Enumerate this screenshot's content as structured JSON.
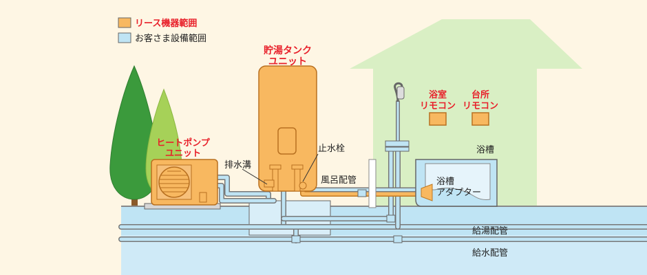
{
  "legend": {
    "lease": {
      "label": "リース機器範囲",
      "color": "#f8b860"
    },
    "customer": {
      "label": "お客さま設備範囲",
      "color": "#bfe4f4"
    }
  },
  "units": {
    "tank_line1": "貯湯タンク",
    "tank_line2": "ユニット",
    "heatpump_line1": "ヒートポンプ",
    "heatpump_line2": "ユニット",
    "bath_remote_line1": "浴室",
    "bath_remote_line2": "リモコン",
    "kitchen_remote_line1": "台所",
    "kitchen_remote_line2": "リモコン"
  },
  "labels": {
    "drain": "排水溝",
    "stop_valve": "止水栓",
    "bath_pipe": "風呂配管",
    "bathtub": "浴槽",
    "adapter_line1": "浴槽",
    "adapter_line2": "アダプター",
    "hot_pipe": "給湯配管",
    "water_pipe": "給水配管"
  },
  "colors": {
    "lease": "#f8b860",
    "customer": "#bfe4f4",
    "house": "#d9efc4",
    "tree_dark": "#3b9a3c",
    "tree_light": "#a6d158",
    "ground": "#bfe4f4",
    "red_text": "#e8202a",
    "outline": "#555555"
  }
}
